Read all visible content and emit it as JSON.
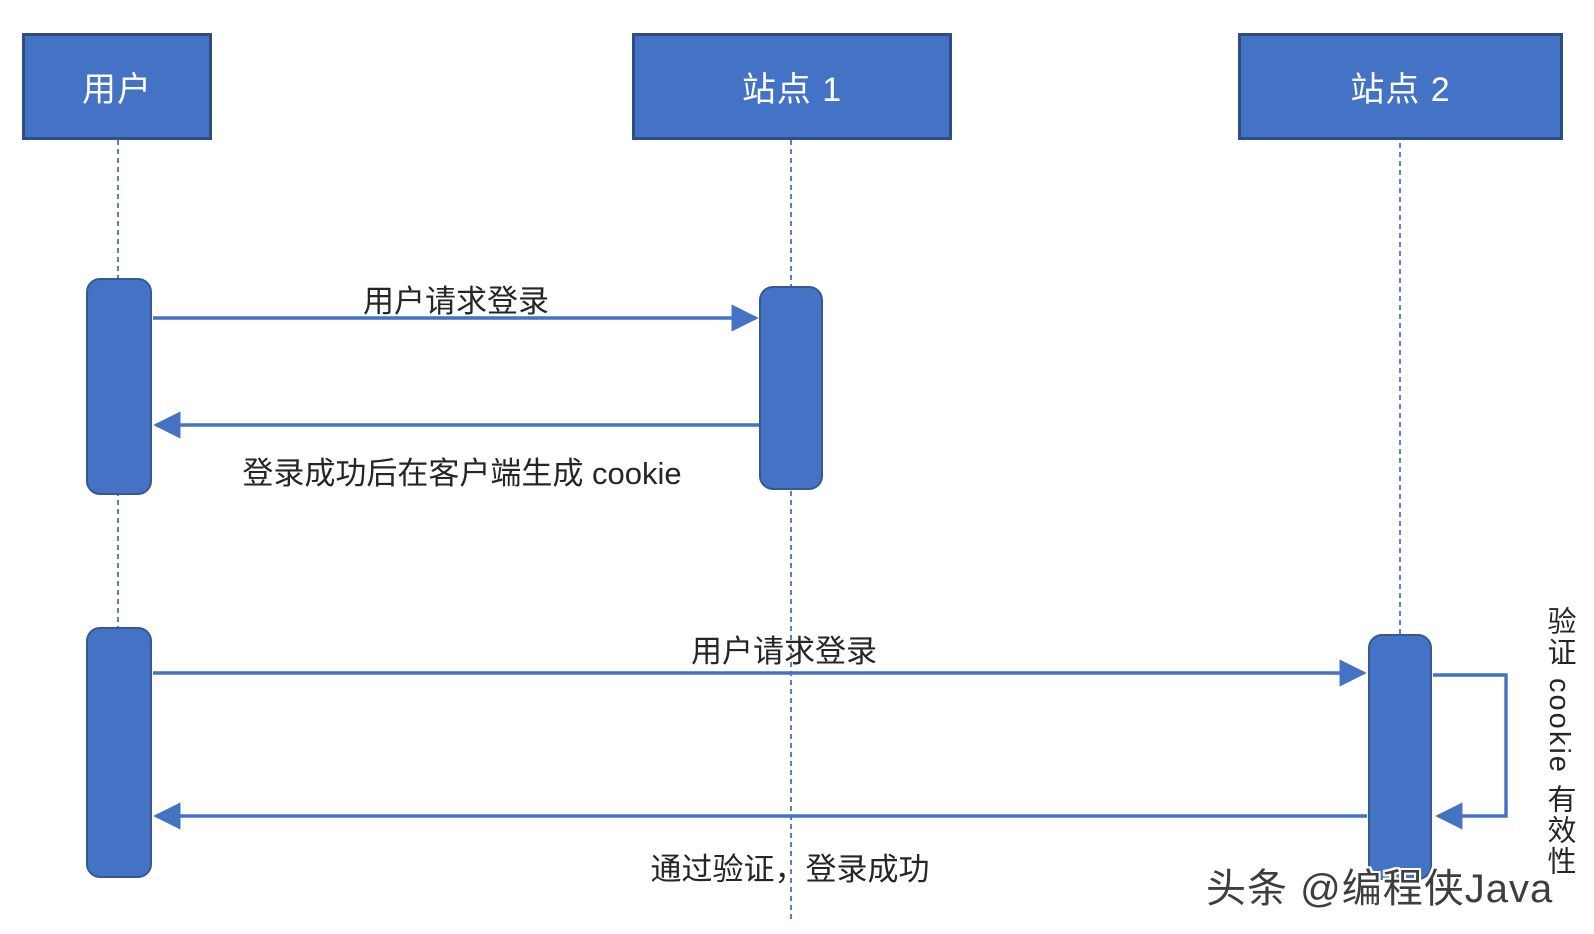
{
  "diagram": {
    "type": "sequence-diagram",
    "actors": [
      {
        "id": "user",
        "label": "用户"
      },
      {
        "id": "site1",
        "label": "站点 1"
      },
      {
        "id": "site2",
        "label": "站点 2"
      }
    ],
    "messages": [
      {
        "from": "用户",
        "to": "站点 1",
        "label": "用户请求登录"
      },
      {
        "from": "站点 1",
        "to": "用户",
        "label": "登录成功后在客户端生成 cookie"
      },
      {
        "from": "用户",
        "to": "站点 2",
        "label": "用户请求登录"
      },
      {
        "from": "站点 2",
        "to": "站点 2",
        "label": "验证 cookie 有效性",
        "type": "self-message"
      },
      {
        "from": "站点 2",
        "to": "用户",
        "label": "通过验证，登录成功"
      }
    ],
    "watermark": "头条 @编程侠Java"
  },
  "colors": {
    "accent": "#4472c4",
    "accent-border": "#2e4d80",
    "bar-border": "#36598f",
    "ink": "#262626",
    "watermark-ink": "#3e3e3e"
  }
}
